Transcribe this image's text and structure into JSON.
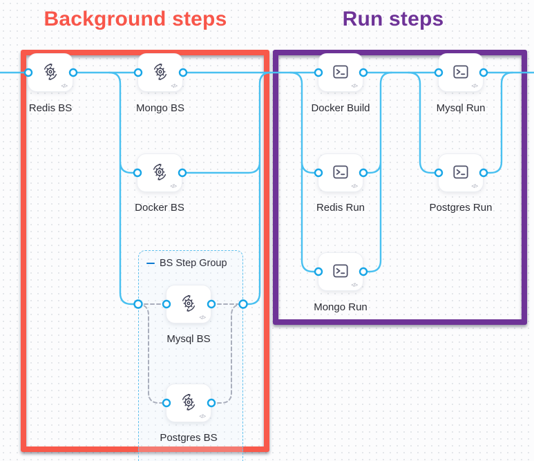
{
  "titles": {
    "background": "Background steps",
    "run": "Run steps"
  },
  "group": {
    "label": "BS Step Group",
    "collapse_icon": "minus-icon"
  },
  "code_badge": "</>",
  "nodes": [
    {
      "id": "redis-bs",
      "label": "Redis BS",
      "icon": "gear-sync-icon"
    },
    {
      "id": "mongo-bs",
      "label": "Mongo BS",
      "icon": "gear-sync-icon"
    },
    {
      "id": "docker-build",
      "label": "Docker Build",
      "icon": "terminal-icon"
    },
    {
      "id": "mysql-run",
      "label": "Mysql Run",
      "icon": "terminal-icon"
    },
    {
      "id": "docker-bs",
      "label": "Docker BS",
      "icon": "gear-sync-icon"
    },
    {
      "id": "redis-run",
      "label": "Redis Run",
      "icon": "terminal-icon"
    },
    {
      "id": "postgres-run",
      "label": "Postgres Run",
      "icon": "terminal-icon"
    },
    {
      "id": "mongo-run",
      "label": "Mongo Run",
      "icon": "terminal-icon"
    },
    {
      "id": "mysql-bs",
      "label": "Mysql BS",
      "icon": "gear-sync-icon"
    },
    {
      "id": "postgres-bs",
      "label": "Postgres BS",
      "icon": "gear-sync-icon"
    }
  ],
  "colors": {
    "background_frame": "#f8594b",
    "run_frame": "#6e3397",
    "background_title": "#f8564a",
    "run_title": "#6e3397",
    "wire": "#49c0f0",
    "port_ring": "#17a5e6",
    "group_border": "#5fc0ed",
    "dashed_wire": "#a9aebc",
    "canvas": "#fcfcfd"
  }
}
